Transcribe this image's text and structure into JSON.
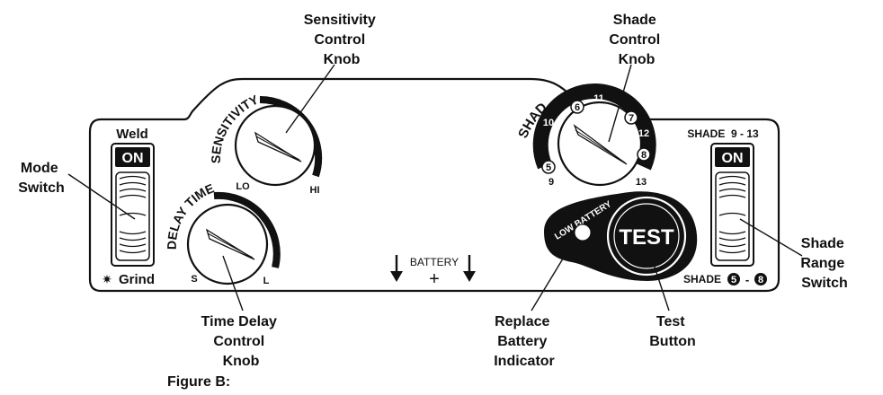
{
  "figure_caption": "Figure B:",
  "callouts": {
    "sensitivity_knob": [
      "Sensitivity",
      "Control",
      "Knob"
    ],
    "shade_knob": [
      "Shade",
      "Control",
      "Knob"
    ],
    "mode_switch": [
      "Mode",
      "Switch"
    ],
    "shade_range_switch": [
      "Shade",
      "Range",
      "Switch"
    ],
    "time_delay_knob": [
      "Time Delay",
      "Control",
      "Knob"
    ],
    "replace_battery": [
      "Replace",
      "Battery",
      "Indicator"
    ],
    "test_button": [
      "Test",
      "Button"
    ]
  },
  "mode_switch": {
    "top_label": "Weld",
    "on_label": "ON",
    "bottom_label": "Grind",
    "bottom_icon": "sparkle-icon"
  },
  "sensitivity_knob": {
    "arc_label": "SENSITIVITY",
    "low": "LO",
    "high": "HI"
  },
  "delay_knob": {
    "arc_label": "DELAY TIME",
    "short": "S",
    "long": "L"
  },
  "shade_knob": {
    "arc_label": "SHADE",
    "plain_numbers": [
      "9",
      "10",
      "11",
      "12",
      "13"
    ],
    "circled_numbers": [
      "5",
      "6",
      "7",
      "8"
    ]
  },
  "battery": {
    "label": "BATTERY",
    "plus": "+",
    "arrow_icon": "down-arrow-icon"
  },
  "low_battery": {
    "label": "LOW BATTERY"
  },
  "test_button": {
    "label": "TEST"
  },
  "shade_range_switch": {
    "top_label": "SHADE  9 - 13",
    "on_label": "ON",
    "bottom_label": "SHADE",
    "bottom_range_start": "5",
    "bottom_range_sep": "-",
    "bottom_range_end": "8"
  }
}
